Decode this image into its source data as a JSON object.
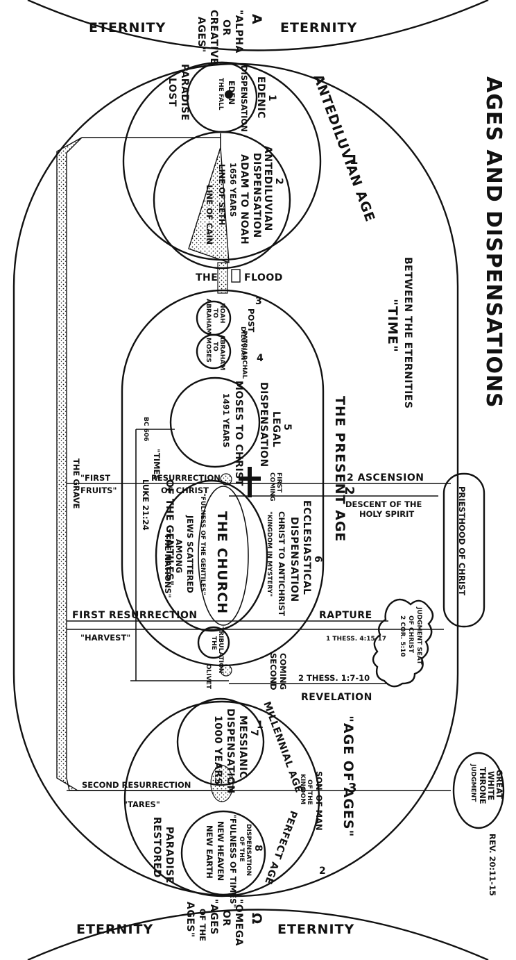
{
  "title": "AGES AND DISPENSATIONS",
  "subtitle_time": "\"TIME\"",
  "subtitle_between": "BETWEEN THE ETERNITIES",
  "eternity": {
    "left": "ETERNITY",
    "right": "ETERNITY"
  },
  "alpha": {
    "symbol": "A",
    "l1": "\"ALPHA",
    "l2": "OR",
    "l3": "CREATIVE",
    "l4": "AGES\""
  },
  "omega": {
    "symbol": "Ω",
    "l1": "\"OMEGA",
    "l2": "OR",
    "l3": "\"AGES",
    "l4": "OF THE",
    "l5": "AGES\""
  },
  "paradise_lost": {
    "l1": "PARADISE",
    "l2": "LOST"
  },
  "paradise_restored": {
    "l1": "PARADISE",
    "l2": "RESTORED"
  },
  "ages": {
    "antediluvian": {
      "num": "1",
      "label": "ANTEDILUVIAN AGE"
    },
    "present": {
      "num": "2",
      "label": "THE PRESENT AGE"
    },
    "age_of_ages": {
      "num": "3",
      "label": "\"AGE OF AGES\""
    }
  },
  "dispensations": {
    "edenic": {
      "num": "1",
      "name": "EDENIC",
      "word": "DISPENSATION",
      "place": "EDEN",
      "event": "THE FALL"
    },
    "antediluvian": {
      "num": "2",
      "name": "ANTEDILUVIAN",
      "word": "DISPENSATION",
      "span": "ADAM TO NOAH",
      "years": "1656 YEARS",
      "seth": "LINE OF SETH",
      "cain": "LINE OF CAIN"
    },
    "post_diluvian": {
      "num": "3",
      "name": "POST",
      "sub": "DILUVIAN",
      "from": "NOAH",
      "to_word": "TO",
      "to": "ABRAHAM"
    },
    "patriarchal": {
      "num": "4",
      "name": "PATRIARCHAL",
      "from": "ABRAHAM",
      "to_word": "TO",
      "to": "MOSES"
    },
    "legal": {
      "num": "5",
      "name": "LEGAL",
      "word": "DISPENSATION",
      "span": "MOSES TO CHRIST",
      "years": "1491 YEARS"
    },
    "ecclesiastical": {
      "num": "6",
      "name": "ECCLESIASTICAL",
      "word": "DISPENSATION",
      "span": "CHRIST TO ANTICHRIST",
      "church": "THE CHURCH",
      "kingdom": "\"KINGDOM IN MYSTERY\"",
      "fulness": "\"FULNESS OF THE GENTILES\"",
      "jews1": "JEWS SCATTERED",
      "jews2": "AMONG",
      "jews3": "\"THE NATIONS\""
    },
    "messianic": {
      "num": "7",
      "name": "MESSIANIC",
      "word": "DISPENSATION",
      "years": "1000 YEARS"
    },
    "fulness_times": {
      "num": "8",
      "name": "DISPENSATION",
      "sub": "OF THE",
      "fulness": "\"FULNESS OF TIMES\"",
      "heaven": "NEW HEAVEN",
      "earth": "NEW EARTH"
    }
  },
  "subages": {
    "millennial": {
      "num": "1",
      "label": "MILLENNIAL AGE"
    },
    "perfect": {
      "num": "2",
      "label": "PERFECT AGE"
    },
    "kingdom": {
      "l1": "KING",
      "l2": "DOM",
      "l3": "OF THE",
      "l4": "SON",
      "l5": "OF MAN"
    }
  },
  "events": {
    "the": "THE",
    "flood": "FLOOD",
    "first_coming": {
      "l1": "FIRST",
      "l2": "COMING"
    },
    "second_coming": {
      "l1": "SECOND",
      "l2": "COMING"
    },
    "resurrection_of_christ": {
      "l1": "RESURRECTION",
      "l2": "OF CHRIST"
    },
    "ascension": "2 ASCENSION",
    "descent": {
      "l1": "DESCENT OF THE",
      "l2": "HOLY SPIRIT"
    },
    "rapture": "RAPTURE",
    "revelation": "REVELATION",
    "tribulation": {
      "l1": "THE",
      "l2": "TRIBULATION"
    },
    "olivet": "OLIVET",
    "first_fruits": {
      "l1": "\"FIRST",
      "l2": "FRUITS\""
    },
    "harvest": "\"HARVEST\"",
    "tares": "\"TARES\"",
    "first_resurrection": "FIRST RESURRECTION",
    "second_resurrection": "SECOND RESURRECTION",
    "the_grave": "THE GRAVE"
  },
  "times_of_gentiles": {
    "l1": "\"TIMES",
    "l2": "OF THE GENTILES\"",
    "ref": "LUKE 21:24",
    "date": "BC 606"
  },
  "priesthood": "PRIESTHOOD OF CHRIST",
  "judgment_seat": {
    "l1": "JUDGMENT SEAT",
    "l2": "OF CHRIST",
    "ref": "2 COR. 5:10"
  },
  "thess1": "1 THESS. 4:15-17",
  "thess2": "2 THESS. 1:7-10",
  "great_white": {
    "l1": "GREAT",
    "l2": "WHITE",
    "l3": "THRONE",
    "l4": "JUDGMENT"
  },
  "rev_ref": "REV. 20:11-15"
}
